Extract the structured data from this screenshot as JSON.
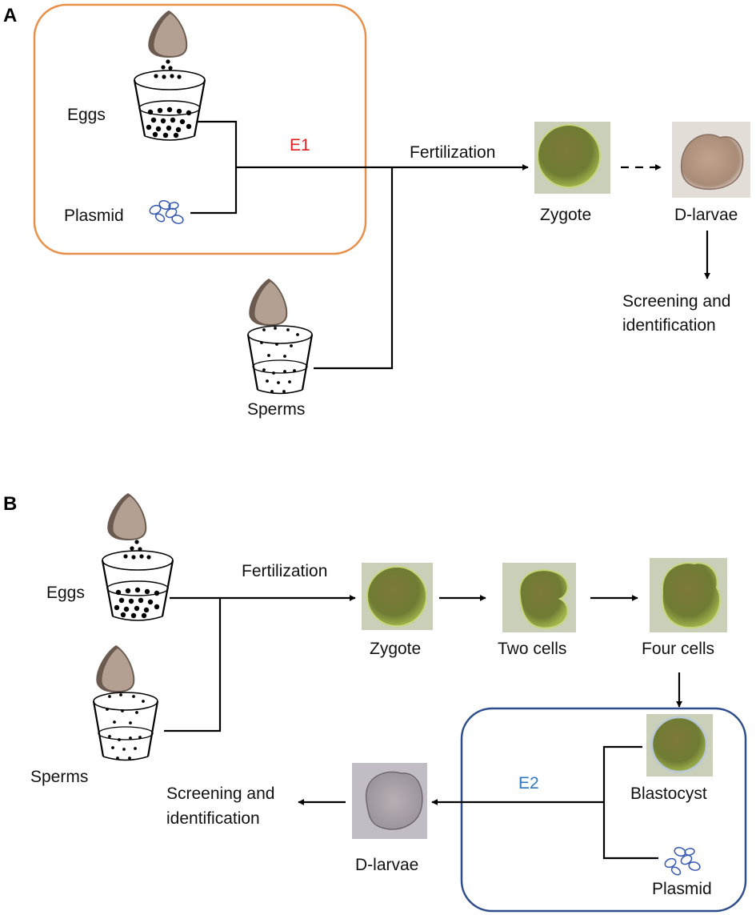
{
  "panel_a": {
    "letter": "A",
    "eggs": "Eggs",
    "plasmid": "Plasmid",
    "sperms": "Sperms",
    "step": "E1",
    "fertilization": "Fertilization",
    "zygote": "Zygote",
    "dlarvae": "D-larvae",
    "screening_1": "Screening and",
    "screening_2": "identification"
  },
  "panel_b": {
    "letter": "B",
    "eggs": "Eggs",
    "sperms": "Sperms",
    "fertilization": "Fertilization",
    "zygote": "Zygote",
    "two_cells": "Two cells",
    "four_cells": "Four cells",
    "blastocyst": "Blastocyst",
    "plasmid": "Plasmid",
    "step": "E2",
    "dlarvae": "D-larvae",
    "screening_1": "Screening and",
    "screening_2": "identification"
  },
  "colors": {
    "e1_box": "#e8904a",
    "e2_box": "#2e4d8c",
    "e1_text": "#e02020",
    "e2_text": "#2e78c0",
    "oyster": "#a89384",
    "cell_background": "#c9cfb9",
    "embryo": "#7d8a3c",
    "plasmid": "#3558b0"
  },
  "icons": [
    "oyster-icon",
    "beaker-icon",
    "plasmid-icon",
    "zygote-micrograph",
    "larva-micrograph"
  ]
}
